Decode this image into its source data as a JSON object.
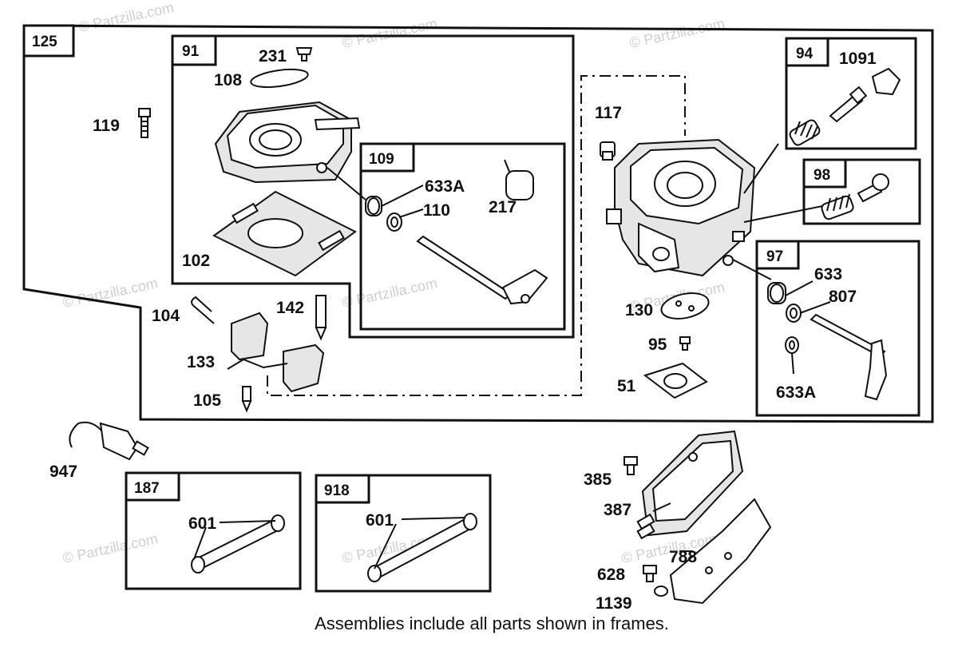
{
  "caption": "Assemblies include all parts shown in frames.",
  "watermark": "© Partzilla.com",
  "frame_tags": {
    "f125": "125",
    "f91": "91",
    "f109": "109",
    "f94": "94",
    "f98": "98",
    "f97": "97",
    "f187": "187",
    "f918": "918"
  },
  "part_labels": {
    "p231": "231",
    "p108": "108",
    "p119": "119",
    "p102": "102",
    "p633a_1": "633A",
    "p110": "110",
    "p217": "217",
    "p104": "104",
    "p142": "142",
    "p133": "133",
    "p105": "105",
    "p117": "117",
    "p1091": "1091",
    "p130": "130",
    "p95": "95",
    "p51": "51",
    "p633": "633",
    "p807": "807",
    "p633a_2": "633A",
    "p947": "947",
    "p601_1": "601",
    "p601_2": "601",
    "p385": "385",
    "p387": "387",
    "p788": "788",
    "p628": "628",
    "p1139": "1139"
  },
  "colors": {
    "line": "#111111",
    "background": "#ffffff",
    "watermark": "#cfcfcf"
  }
}
